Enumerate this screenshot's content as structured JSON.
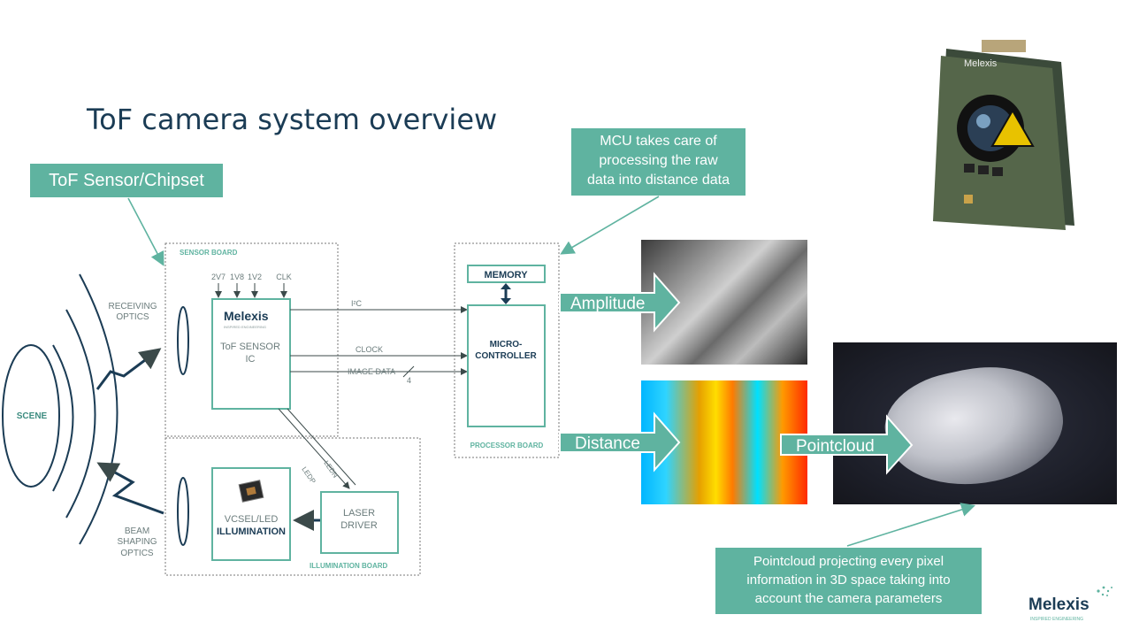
{
  "title": "ToF camera system overview",
  "callouts": {
    "sensor": "ToF Sensor/Chipset",
    "mcu": [
      "MCU takes care of",
      "processing the raw",
      "data into distance data"
    ],
    "pointcloud": [
      "Pointcloud projecting every pixel",
      "information in 3D space taking into",
      "account the camera parameters"
    ]
  },
  "diagram": {
    "scene": "SCENE",
    "receiving_optics": [
      "RECEIVING",
      "OPTICS"
    ],
    "beam_shaping_optics": [
      "BEAM",
      "SHAPING",
      "OPTICS"
    ],
    "sensor_board": "SENSOR BOARD",
    "power_labels": [
      "2V7",
      "1V8",
      "1V2",
      "CLK"
    ],
    "sensor_logo": "Melexis",
    "sensor_logo_tagline": "INSPIRED ENGINEERING",
    "sensor_ic": [
      "ToF SENSOR",
      "IC"
    ],
    "i2c": "I²C",
    "clock": "CLOCK",
    "image_data": "IMAGE DATA",
    "bus_width": "4",
    "memory": "MEMORY",
    "microcontroller": [
      "MICRO-",
      "CONTROLLER"
    ],
    "processor_board": "PROCESSOR BOARD",
    "ledn": "LEDN",
    "ledp": "LEDP",
    "laser_driver": [
      "LASER",
      "DRIVER"
    ],
    "vcsel": "VCSEL/LED",
    "illumination": "ILLUMINATION",
    "illumination_board": "ILLUMINATION BOARD"
  },
  "outputs": {
    "amplitude": "Amplitude",
    "distance": "Distance",
    "pointcloud": "Pointcloud"
  },
  "camera_logo": "Melexis",
  "footer_logo": "Melexis",
  "footer_tagline": "INSPIRED ENGINEERING",
  "colors": {
    "teal": "#5fb3a0",
    "dark_blue": "#1b3c55",
    "diagram_line": "#3b4a4a"
  }
}
